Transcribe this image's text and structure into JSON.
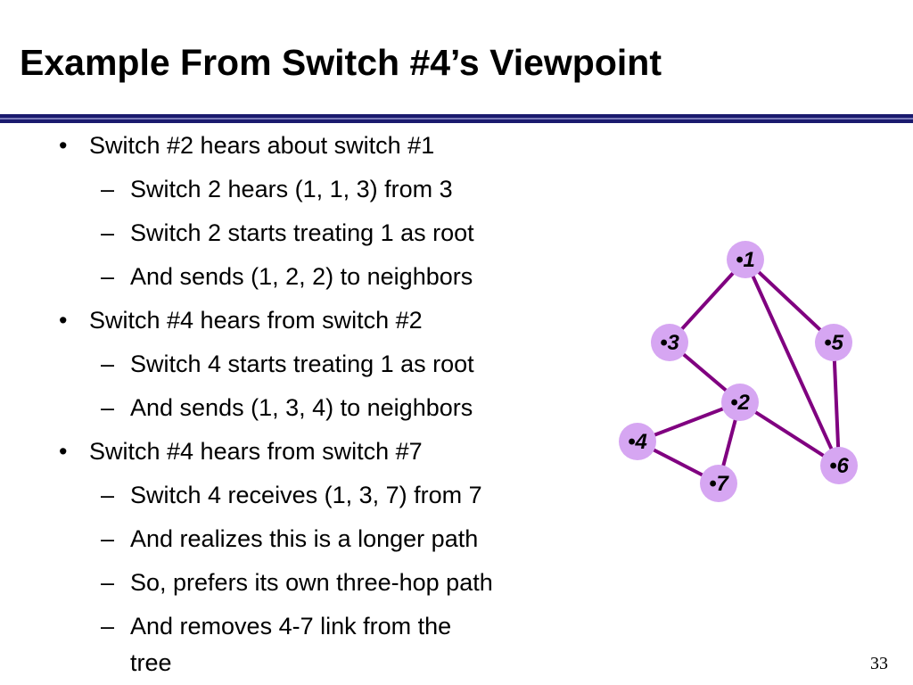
{
  "slide": {
    "title": "Example From Switch #4’s Viewpoint",
    "page_number": "33",
    "accent_color": "#1a1a6e"
  },
  "bullets": [
    {
      "marker": "•",
      "text": "Switch #2 hears about switch #1",
      "subs": [
        {
          "marker": "–",
          "text": "Switch 2 hears (1, 1, 3) from 3"
        },
        {
          "marker": "–",
          "text": "Switch 2 starts treating 1 as root"
        },
        {
          "marker": "–",
          "text": "And sends (1, 2, 2) to neighbors"
        }
      ]
    },
    {
      "marker": "•",
      "text": "Switch #4 hears from switch #2",
      "subs": [
        {
          "marker": "–",
          "text": "Switch 4 starts treating 1 as root"
        },
        {
          "marker": "–",
          "text": "And sends (1, 3, 4) to neighbors"
        }
      ]
    },
    {
      "marker": "•",
      "text": "Switch #4 hears from switch #7",
      "subs": [
        {
          "marker": "–",
          "text": "Switch 4 receives (1, 3, 7) from 7"
        },
        {
          "marker": "–",
          "text": "And realizes this is a longer path"
        },
        {
          "marker": "–",
          "text": "So, prefers its own three-hop path"
        },
        {
          "marker": "–",
          "text": "And removes 4-7 link from the",
          "continuation": "tree"
        }
      ]
    }
  ],
  "graph": {
    "node_fill": "#d6a6f2",
    "edge_color": "#800080",
    "nodes": [
      {
        "id": "1",
        "label": "•1"
      },
      {
        "id": "3",
        "label": "•3"
      },
      {
        "id": "5",
        "label": "•5"
      },
      {
        "id": "2",
        "label": "•2"
      },
      {
        "id": "4",
        "label": "•4"
      },
      {
        "id": "6",
        "label": "•6"
      },
      {
        "id": "7",
        "label": "•7"
      }
    ],
    "edges": [
      [
        "1",
        "3"
      ],
      [
        "1",
        "5"
      ],
      [
        "1",
        "6"
      ],
      [
        "3",
        "2"
      ],
      [
        "5",
        "6"
      ],
      [
        "2",
        "4"
      ],
      [
        "2",
        "7"
      ],
      [
        "2",
        "6"
      ],
      [
        "4",
        "7"
      ]
    ]
  }
}
